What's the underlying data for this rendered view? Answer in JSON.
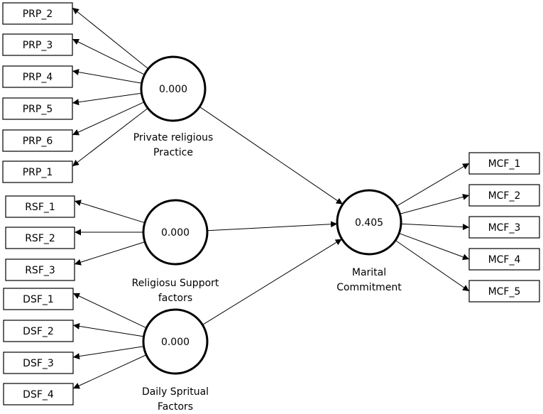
{
  "latents": {
    "prp": {
      "value": "0.000",
      "label": [
        "Private religious",
        "Practice"
      ]
    },
    "rsf": {
      "value": "0.000",
      "label": [
        "Religiosu Support",
        "factors"
      ]
    },
    "dsf": {
      "value": "0.000",
      "label": [
        "Daily Spritual",
        "Factors"
      ]
    },
    "mcf": {
      "value": "0.405",
      "label": [
        "Marital",
        "Commitment"
      ]
    }
  },
  "indicators": {
    "prp": [
      "PRP_2",
      "PRP_3",
      "PRP_4",
      "PRP_5",
      "PRP_6",
      "PRP_1"
    ],
    "rsf": [
      "RSF_1",
      "RSF_2",
      "RSF_3"
    ],
    "dsf": [
      "DSF_1",
      "DSF_2",
      "DSF_3",
      "DSF_4"
    ],
    "mcf": [
      "MCF_1",
      "MCF_2",
      "MCF_3",
      "MCF_4",
      "MCF_5"
    ]
  },
  "colors": {
    "stroke": "#000000",
    "fill": "#ffffff"
  }
}
